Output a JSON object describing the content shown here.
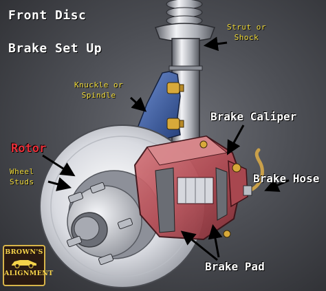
{
  "title": {
    "line1": "Front Disc",
    "line2": "Brake Set Up"
  },
  "labels": {
    "strut": {
      "line1": "Strut or",
      "line2": "Shock"
    },
    "knuckle": {
      "line1": "Knuckle or",
      "line2": "Spindle"
    },
    "caliper": "Brake Caliper",
    "rotor": "Rotor",
    "studs": {
      "line1": "Wheel",
      "line2": "Studs"
    },
    "hose": "Brake Hose",
    "pad": "Brake Pad"
  },
  "logo": {
    "line1": "BROWN'S",
    "line2": "ALIGNMENT"
  },
  "colors": {
    "background": "#4d4f55",
    "label_yellow": "#f2dc3a",
    "label_red": "#e8303a",
    "caliper": "#c65a60",
    "rotor": "#d7d9df",
    "knuckle": "#3a5fa8"
  }
}
